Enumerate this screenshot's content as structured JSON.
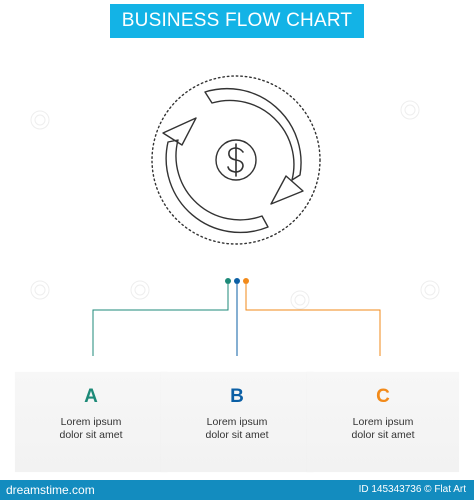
{
  "header": {
    "title": "BUSINESS FLOW CHART"
  },
  "colors": {
    "accent_blue": "#13b3e6",
    "step_a": "#1d8a78",
    "step_b": "#0b5fa5",
    "step_c": "#f28a1a",
    "footer": "#138cbf"
  },
  "icon": {
    "name": "dollar-cycle-icon"
  },
  "steps": [
    {
      "letter": "A",
      "line1": "Lorem ipsum",
      "line2": "dolor sit amet"
    },
    {
      "letter": "B",
      "line1": "Lorem ipsum",
      "line2": "dolor sit amet"
    },
    {
      "letter": "C",
      "line1": "Lorem ipsum",
      "line2": "dolor sit amet"
    }
  ],
  "footer": {
    "left": "dreamstime.com",
    "right": "ID 145343736 © Flat Art"
  }
}
